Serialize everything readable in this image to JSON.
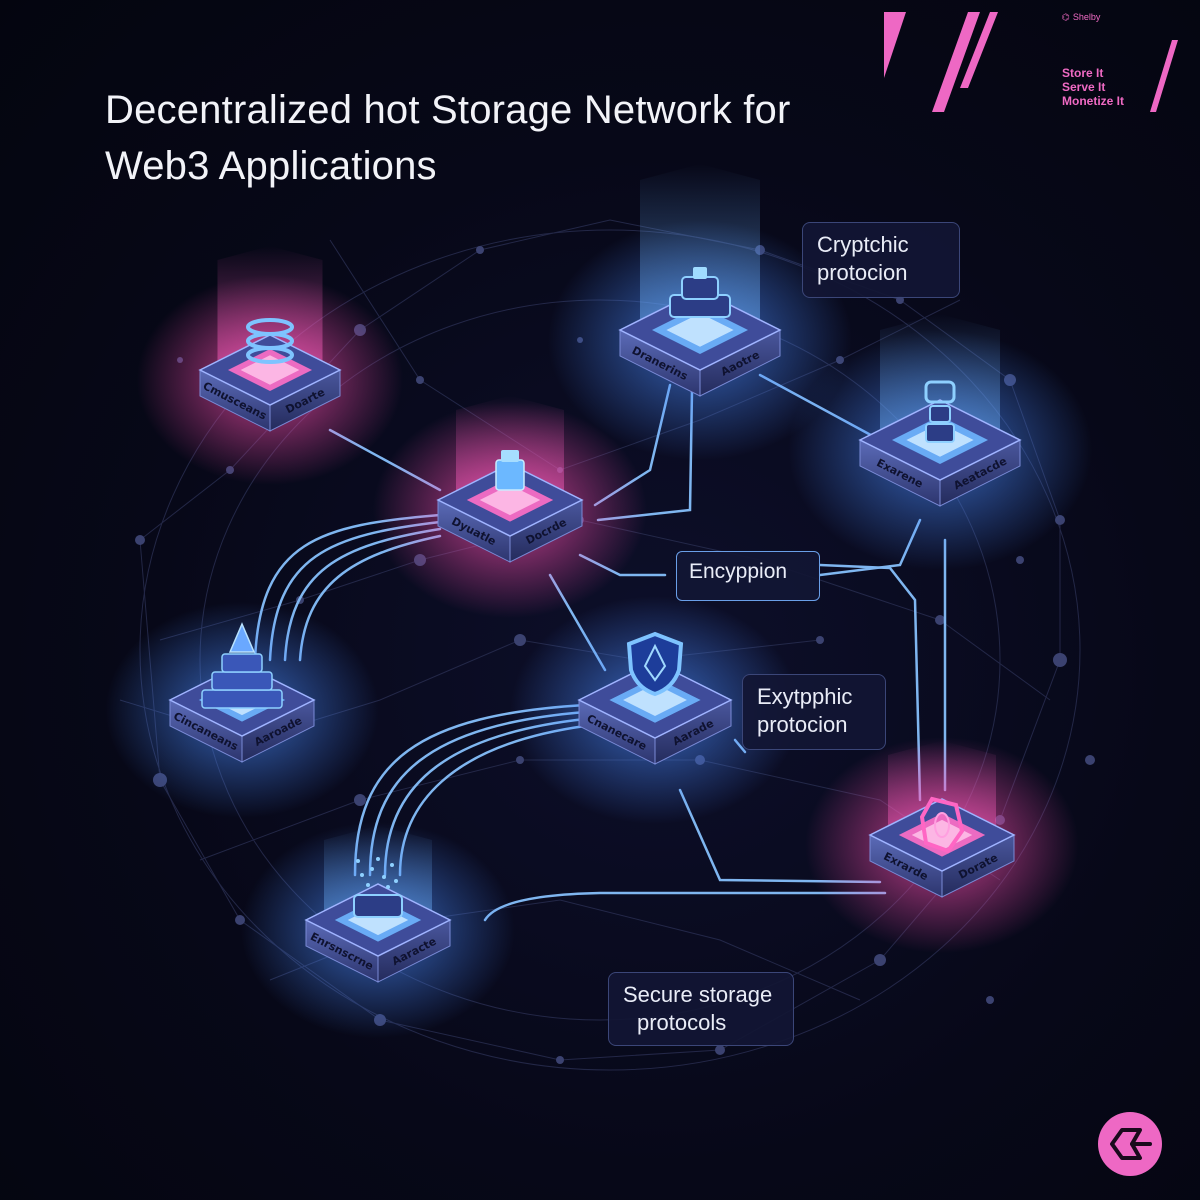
{
  "title": {
    "line1": "Decentralized hot Storage Network for",
    "line2": "Web3 Applications"
  },
  "brand": {
    "name": "Shelby",
    "accent_color": "#f06ac4",
    "tagline": [
      "Store It",
      "Serve It",
      "Monetize It"
    ]
  },
  "callouts": {
    "cryptchic": [
      "Cryptchic",
      "protocion"
    ],
    "encryption": "Encyppion",
    "exytpphic": [
      "Exytpphic",
      "protocion"
    ],
    "secure": [
      "Secure storage",
      "protocols"
    ]
  },
  "nodes": [
    {
      "id": "storage-pink",
      "glow": "#ff4fb0",
      "icon": "database-icon",
      "left_label": "Cmusceans",
      "right_label": "Doarte"
    },
    {
      "id": "storage-top",
      "glow": "#5aa6ff",
      "icon": "stack-cube-icon",
      "left_label": "Dranerins",
      "right_label": "Aaotre"
    },
    {
      "id": "storage-center",
      "glow": "#ff4fb0",
      "icon": "cube-icon",
      "left_label": "Dyuatle",
      "right_label": "Docrde"
    },
    {
      "id": "storage-right",
      "glow": "#5aa6ff",
      "icon": "cube-chain-icon",
      "left_label": "Exarene",
      "right_label": "Aeatacde"
    },
    {
      "id": "storage-left",
      "glow": "#5aa6ff",
      "icon": "pyramid-icon",
      "left_label": "Cincaneans",
      "right_label": "Aaroade"
    },
    {
      "id": "storage-shield",
      "glow": "#5aa6ff",
      "icon": "shield-icon",
      "left_label": "Cnanecare",
      "right_label": "Aarade"
    },
    {
      "id": "storage-hex",
      "glow": "#ff4fb0",
      "icon": "hexagon-icon",
      "left_label": "Exrarde",
      "right_label": "Dorate"
    },
    {
      "id": "storage-bottom",
      "glow": "#5aa6ff",
      "icon": "particle-cube-icon",
      "left_label": "Enrsnscrne",
      "right_label": "Aaracte"
    }
  ],
  "colors": {
    "background": "#070818",
    "link": "#7fb6f0",
    "pink_glow": "#ff4fb0",
    "blue_glow": "#5aa6ff"
  }
}
